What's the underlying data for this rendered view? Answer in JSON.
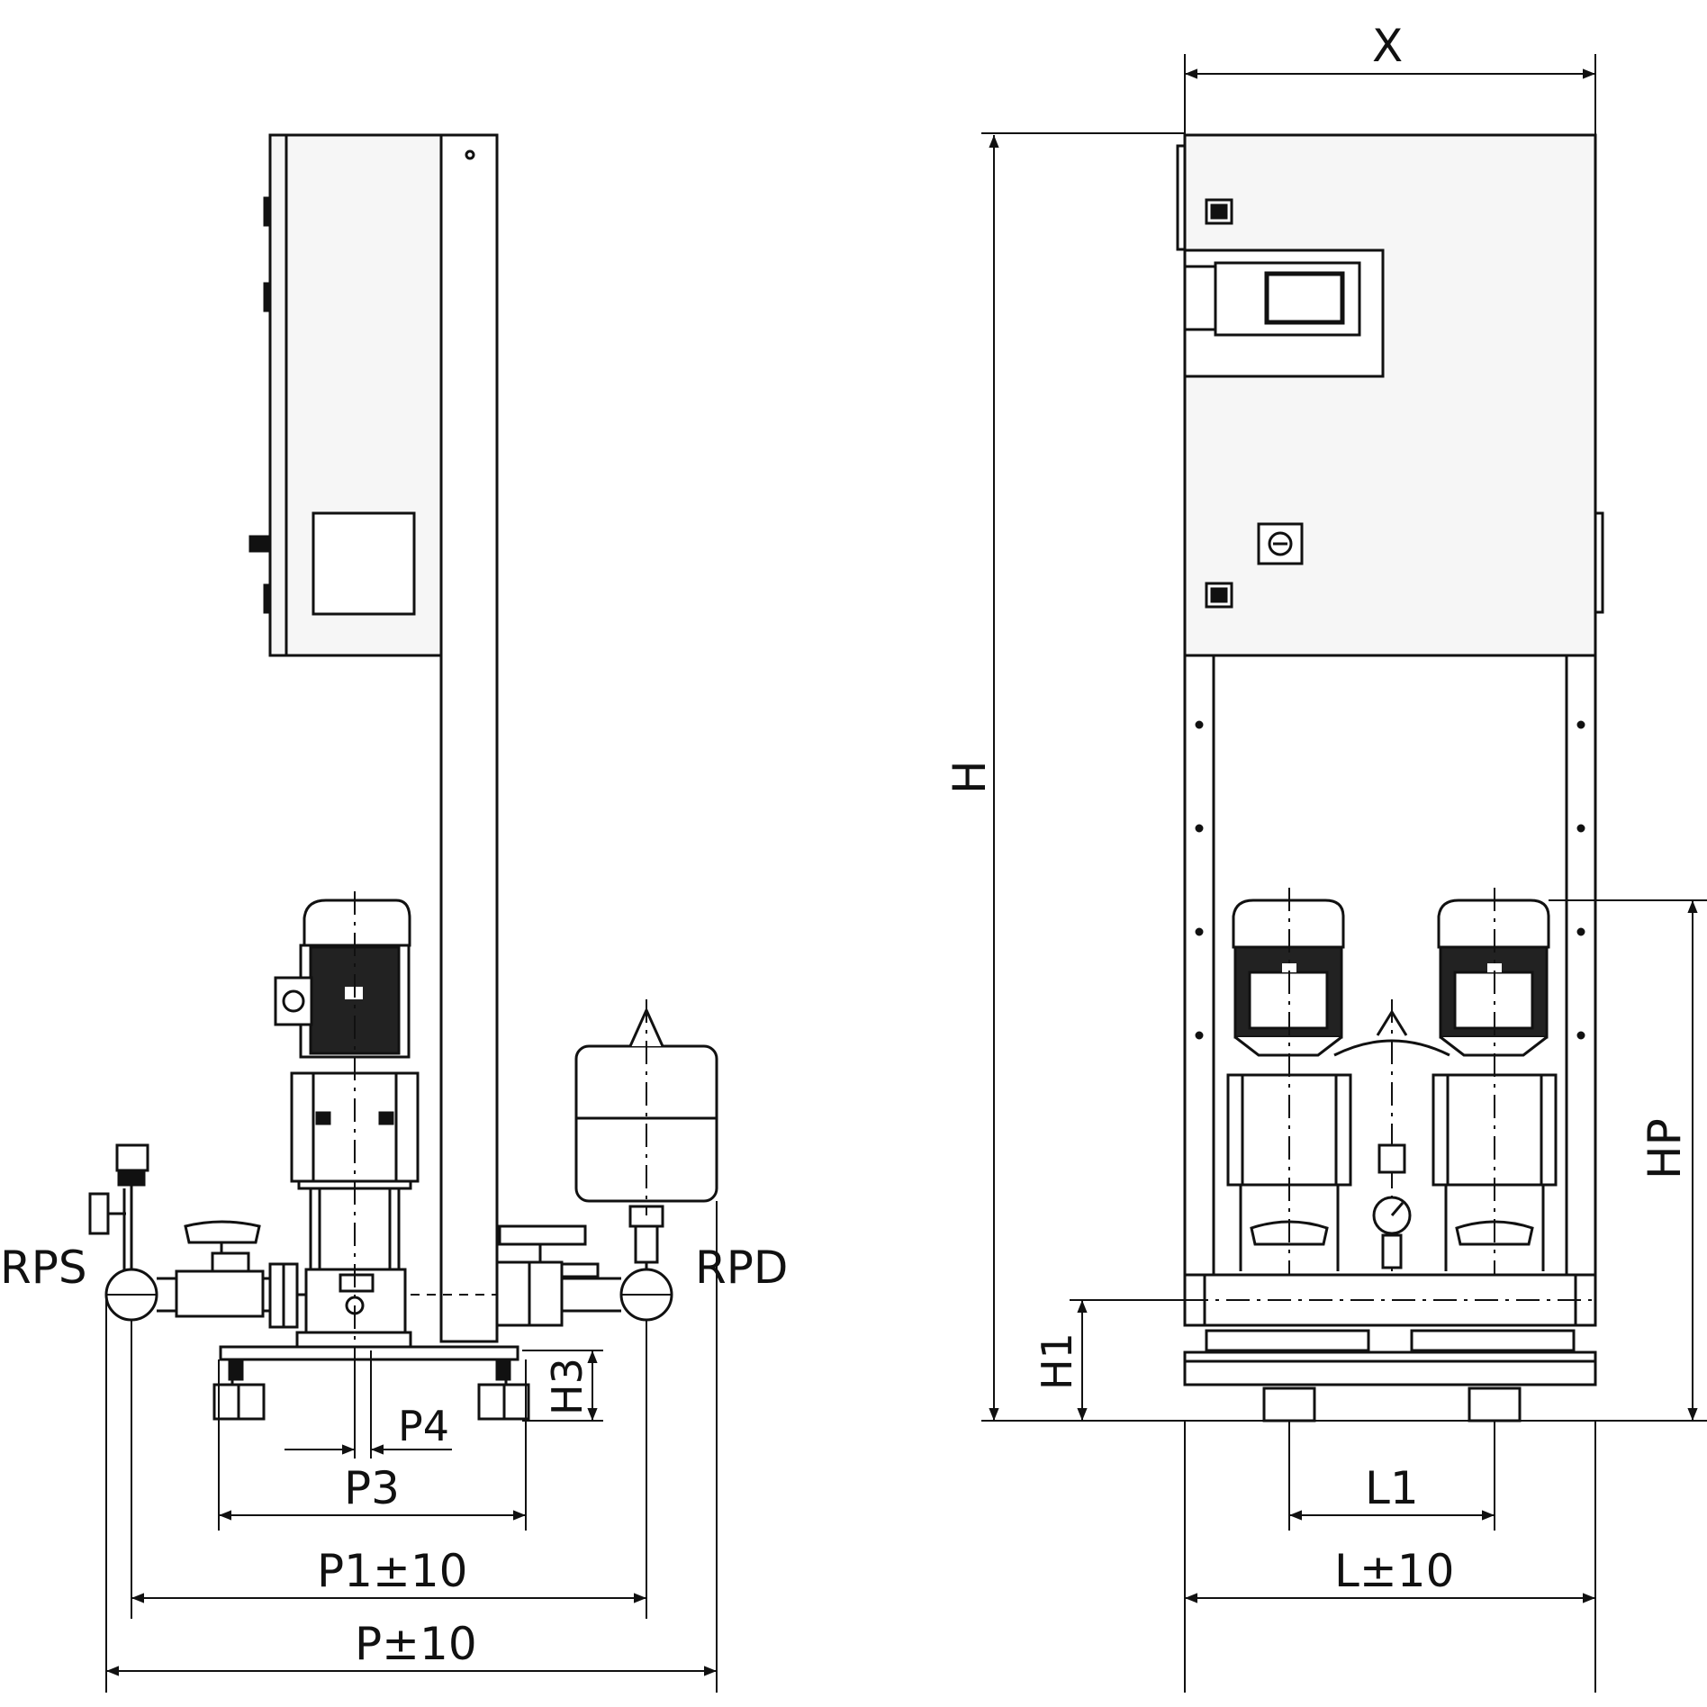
{
  "side_view": {
    "labels": {
      "suction_connection": "RPS",
      "discharge_connection": "RPD",
      "p4": "P4",
      "p3": "P3",
      "p1": "P1±10",
      "p": "P±10",
      "h3": "H3"
    }
  },
  "front_view": {
    "labels": {
      "width": "X",
      "height": "H",
      "pump_height": "HP",
      "h1": "H1",
      "l1": "L1",
      "l": "L±10"
    }
  },
  "colors": {
    "line": "#111111",
    "cabinet_fill": "#f6f6f6",
    "motor_fill": "#222222",
    "background": "#ffffff"
  }
}
